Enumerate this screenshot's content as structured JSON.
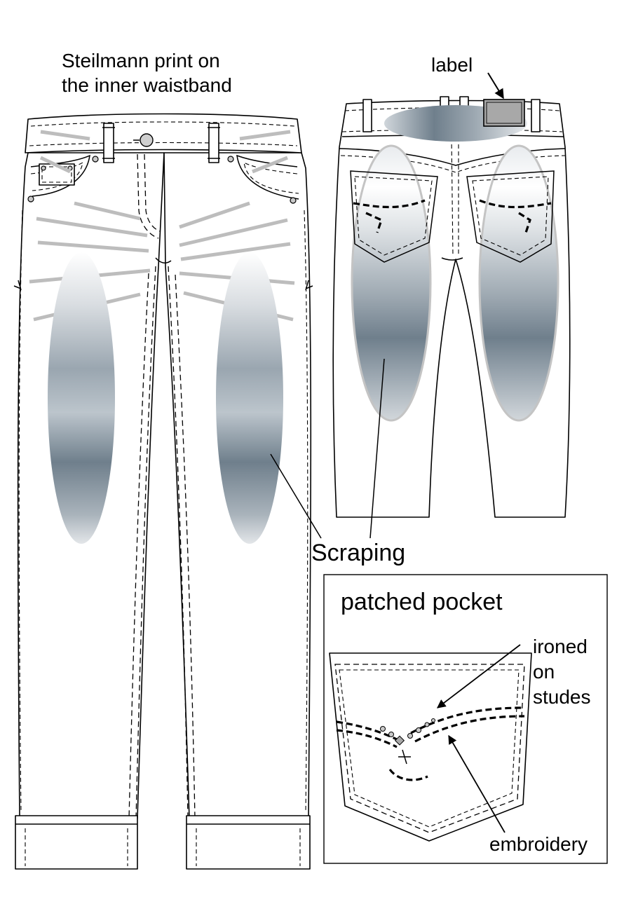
{
  "labels": {
    "waistband_note_line1": "Steilmann print on",
    "waistband_note_line2": "the inner waistband",
    "label_callout": "label",
    "scraping_callout": "Scraping",
    "pocket_box_title": "patched pocket",
    "studs_line1": "ironed",
    "studs_line2": "on",
    "studs_line3": "studes",
    "embroidery_callout": "embroidery"
  },
  "colors": {
    "line": "#000000",
    "whisker": "#bdbdbd",
    "scraping_light": "#ffffff",
    "scraping_dark": "#6f7f8c",
    "label_patch": "#a8a8a8"
  }
}
